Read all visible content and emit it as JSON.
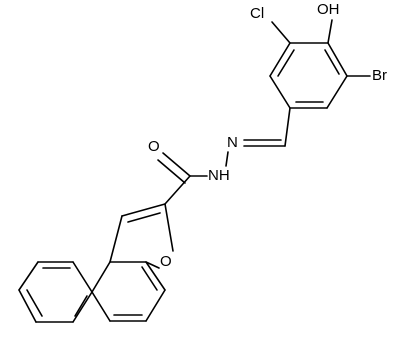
{
  "molecule": {
    "atom_labels": {
      "cl": "Cl",
      "oh": "OH",
      "br": "Br",
      "carbonyl_o": "O",
      "imine_n": "N",
      "amide_nh": "NH",
      "furan_o": "O"
    }
  }
}
